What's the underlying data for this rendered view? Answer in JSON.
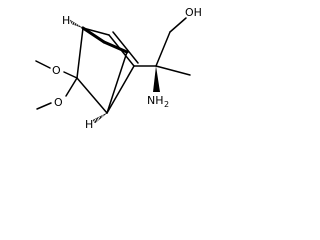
{
  "structure": {
    "labels": {
      "hydroxyl": "OH",
      "amino": "NH",
      "amino_subscript": "2",
      "methoxy_oxygen_upper": "O",
      "methoxy_oxygen_lower": "O",
      "stereo_h_top": "H",
      "stereo_h_bottom": "H"
    }
  }
}
